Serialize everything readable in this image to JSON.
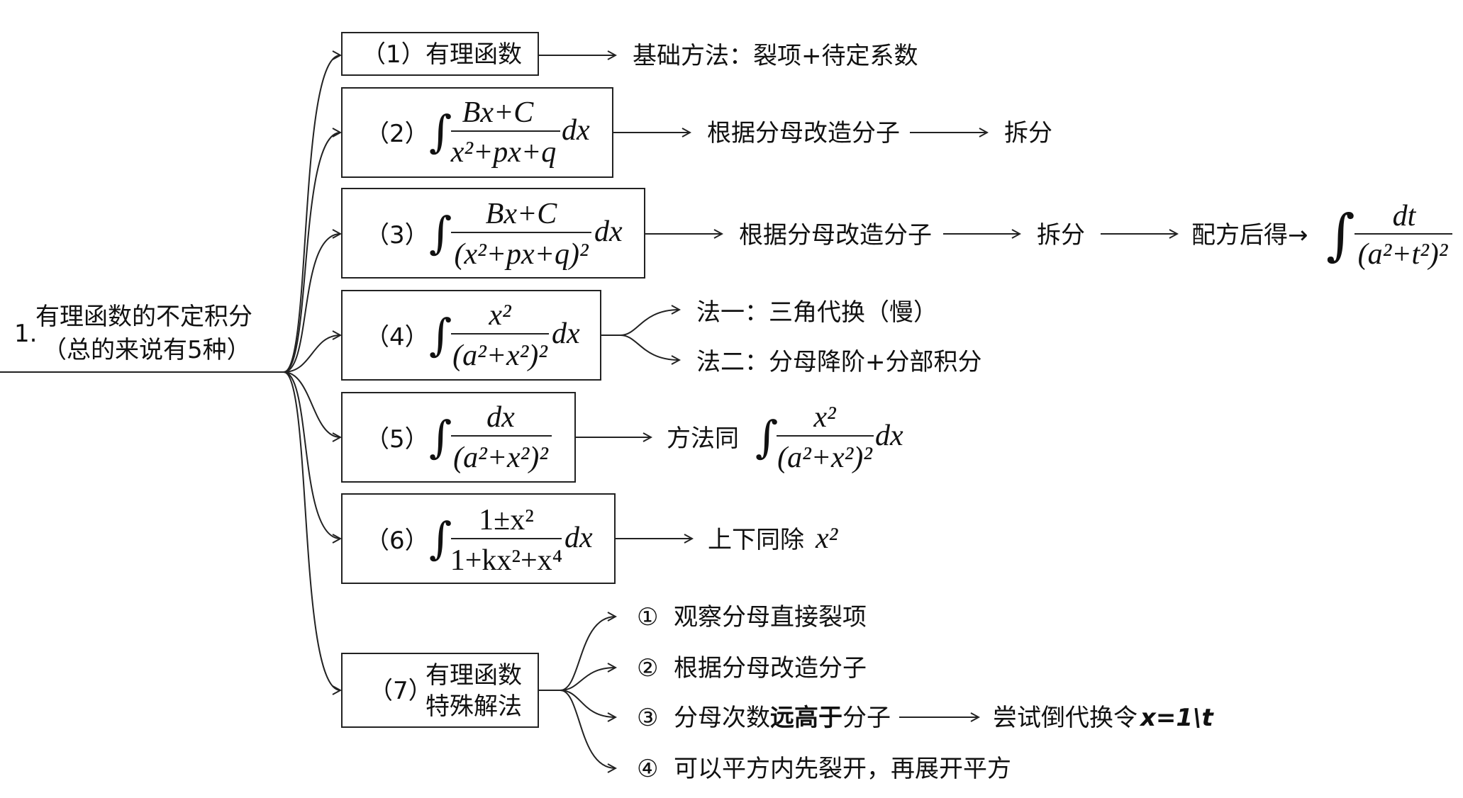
{
  "root": {
    "number": "1.",
    "line1": "有理函数的不定积分",
    "line2": "（总的来说有5种）"
  },
  "branches": [
    {
      "label": "（1）",
      "name": "有理函数",
      "note": "基础方法：裂项+待定系数"
    },
    {
      "label": "（2）",
      "num": "Bx+C",
      "den": "x²+px+q",
      "dx": "dx",
      "steps": [
        "根据分母改造分子",
        "拆分"
      ]
    },
    {
      "label": "（3）",
      "num": "Bx+C",
      "den": "(x²+px+q)²",
      "dx": "dx",
      "steps": [
        "根据分母改造分子",
        "拆分",
        "配方后得→"
      ],
      "result_num": "dt",
      "result_den": "(a²+t²)²"
    },
    {
      "label": "（4）",
      "num": "x²",
      "den": "(a²+x²)²",
      "dx": "dx",
      "methods": [
        "法一：三角代换（慢）",
        "法二：分母降阶+分部积分"
      ]
    },
    {
      "label": "（5）",
      "num": "dx",
      "den": "(a²+x²)²",
      "note": "方法同",
      "ref_num": "x²",
      "ref_den": "(a²+x²)²",
      "ref_dx": "dx"
    },
    {
      "label": "（6）",
      "num": "1±x²",
      "den": "1+kx²+x⁴",
      "dx": "dx",
      "note": "上下同除",
      "note_math": "x²"
    },
    {
      "label": "（7）",
      "name_line1": "有理函数",
      "name_line2": "特殊解法",
      "items": [
        {
          "marker": "①",
          "text": "观察分母直接裂项"
        },
        {
          "marker": "②",
          "text": "根据分母改造分子"
        },
        {
          "marker": "③",
          "text_a": "分母次数",
          "text_bold": "远高于",
          "text_b": "分子",
          "followup": "尝试倒代换令",
          "followup_math": "x=1\\t"
        },
        {
          "marker": "④",
          "text": "可以平方内先裂开，再展开平方"
        }
      ]
    }
  ]
}
